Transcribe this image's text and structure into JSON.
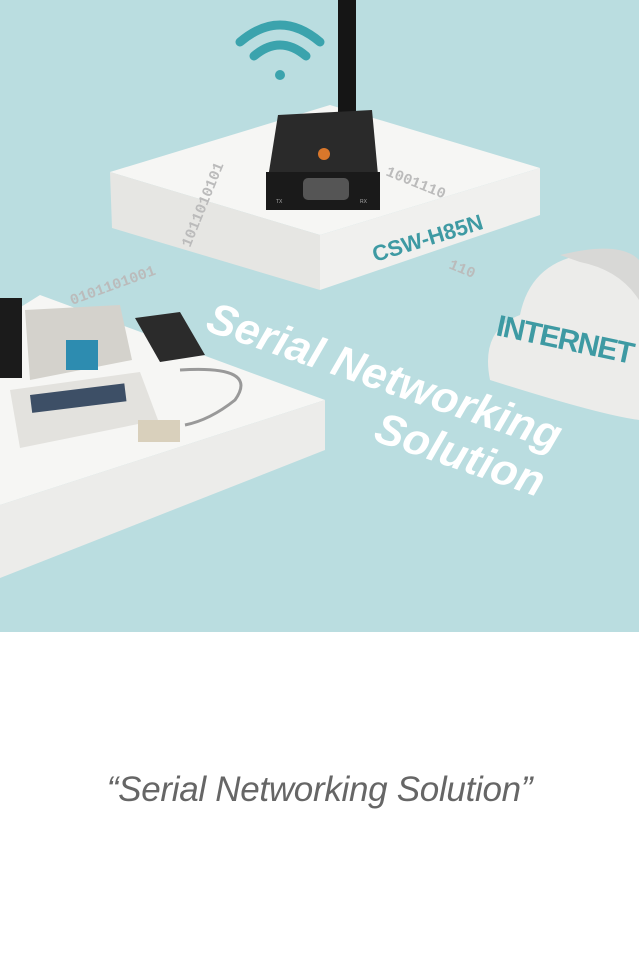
{
  "hero": {
    "device_model": "CSW-H85N",
    "cloud_label": "INTERNET",
    "headline_line1": "Serial Networking",
    "headline_line2": "Solution",
    "binary_1": "1011010101",
    "binary_2": "0101101001",
    "binary_3": "1001110",
    "binary_4": "110",
    "port_tx": "TX",
    "port_rx": "RX",
    "colors": {
      "background": "#badde0",
      "accent": "#3e9aa3",
      "wifi": "#3ba3ad"
    },
    "icons": [
      "wifi-icon",
      "cloud-icon"
    ]
  },
  "caption": "“Serial Networking Solution”"
}
